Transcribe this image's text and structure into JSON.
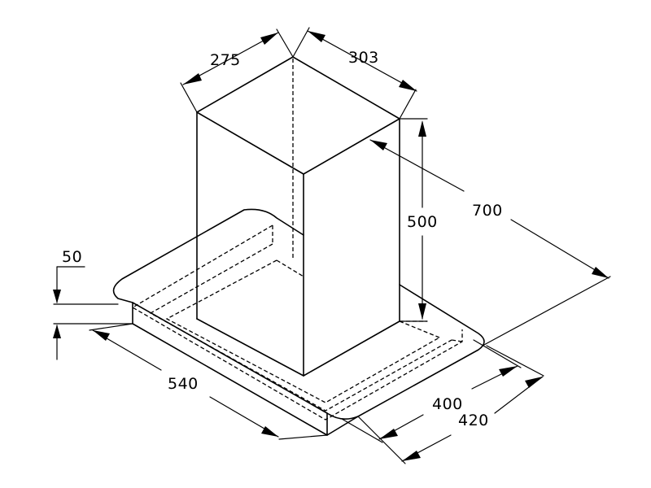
{
  "drawing": {
    "line_color": "#000000",
    "background": "#ffffff",
    "dimensions": {
      "top_width_left": "275",
      "top_width_right": "303",
      "height": "500",
      "depth_diagonal": "700",
      "thickness": "50",
      "base_length": "540",
      "inner_width": "400",
      "outer_width": "420"
    }
  }
}
